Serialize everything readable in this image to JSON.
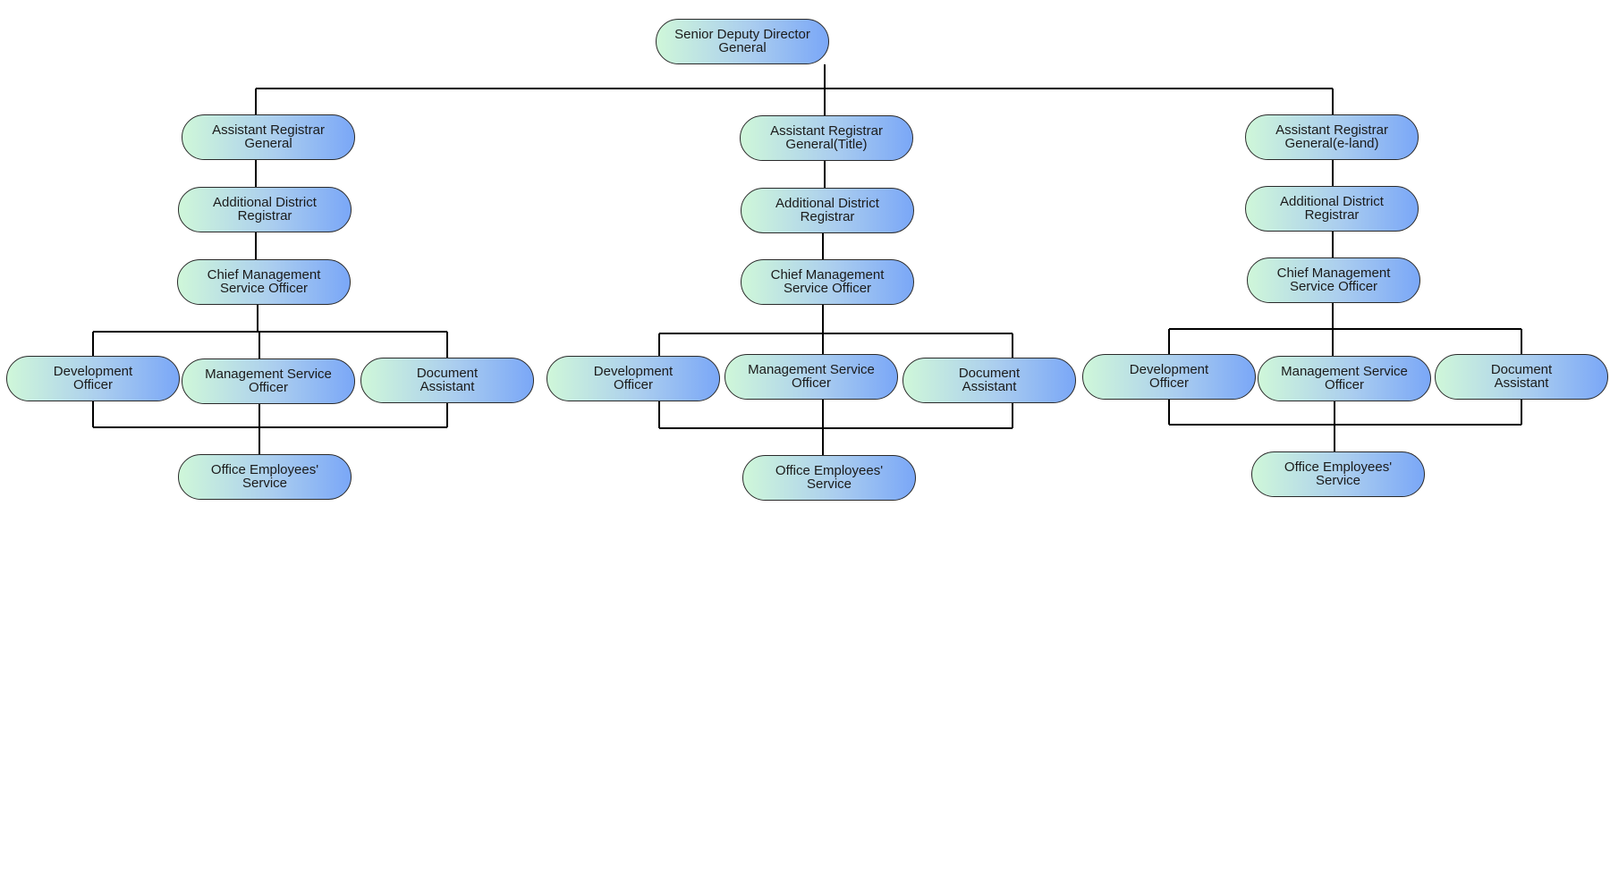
{
  "org_chart": {
    "root": {
      "lines": [
        "Senior Deputy Director",
        "General"
      ]
    },
    "branches": [
      {
        "head": {
          "lines": [
            "Assistant Registrar",
            "General"
          ]
        },
        "chain": [
          {
            "lines": [
              "Additional District",
              "Registrar"
            ]
          },
          {
            "lines": [
              "Chief Management",
              "Service Officer"
            ]
          }
        ],
        "officers": [
          {
            "lines": [
              "Development",
              "Officer"
            ]
          },
          {
            "lines": [
              "Management Service",
              "Officer"
            ]
          },
          {
            "lines": [
              "Document",
              "Assistant"
            ]
          }
        ],
        "bottom": {
          "lines": [
            "Office Employees'",
            "Service"
          ]
        }
      },
      {
        "head": {
          "lines": [
            "Assistant Registrar",
            "General(Title)"
          ]
        },
        "chain": [
          {
            "lines": [
              "Additional District",
              "Registrar"
            ]
          },
          {
            "lines": [
              "Chief Management",
              "Service Officer"
            ]
          }
        ],
        "officers": [
          {
            "lines": [
              "Development",
              "Officer"
            ]
          },
          {
            "lines": [
              "Management Service",
              "Officer"
            ]
          },
          {
            "lines": [
              "Document",
              "Assistant"
            ]
          }
        ],
        "bottom": {
          "lines": [
            "Office Employees'",
            "Service"
          ]
        }
      },
      {
        "head": {
          "lines": [
            "Assistant Registrar",
            "General(e-land)"
          ]
        },
        "chain": [
          {
            "lines": [
              "Additional District",
              "Registrar"
            ]
          },
          {
            "lines": [
              "Chief Management",
              "Service Officer"
            ]
          }
        ],
        "officers": [
          {
            "lines": [
              "Development",
              "Officer"
            ]
          },
          {
            "lines": [
              "Management Service",
              "Officer"
            ]
          },
          {
            "lines": [
              "Document",
              "Assistant"
            ]
          }
        ],
        "bottom": {
          "lines": [
            "Office Employees'",
            "Service"
          ]
        }
      }
    ]
  },
  "colors": {
    "node_gradient_start": "#cff7d9",
    "node_gradient_end": "#7aa7f7",
    "node_border": "#2a2a2a",
    "connector": "#000000"
  }
}
